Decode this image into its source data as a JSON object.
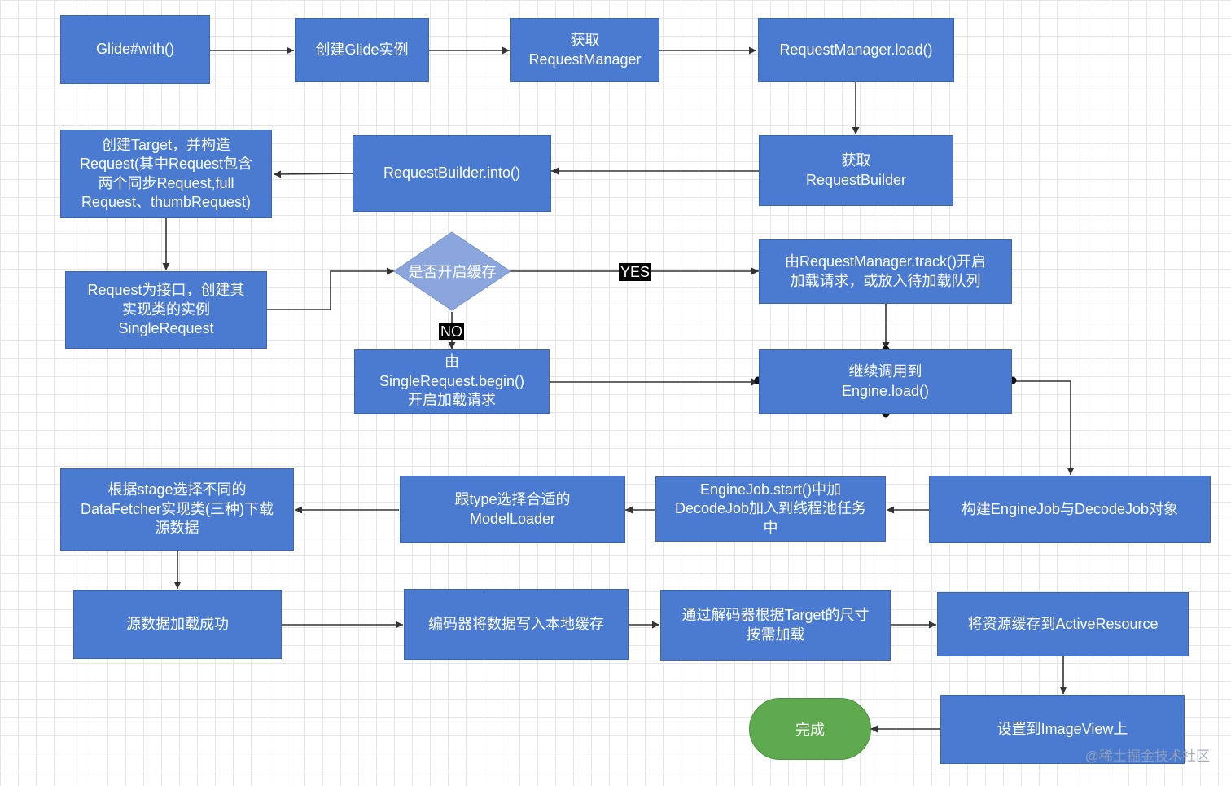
{
  "flow": {
    "glide_with": "Glide#with()",
    "create_glide": "创建Glide实例",
    "get_request_manager": "获取\nRequestManager",
    "request_manager_load": "RequestManager.load()",
    "get_request_builder": "获取\nRequestBuilder",
    "request_builder_into": "RequestBuilder.into()",
    "create_target": "创建Target，并构造\nRequest(其中Request包含\n两个同步Request,full\nRequest、thumbRequest)",
    "request_interface": "Request为接口，创建其\n实现类的实例\nSingleRequest",
    "cache_decision": "是否开启缓存",
    "yes_label": "YES",
    "no_label": "NO",
    "track_request": "由RequestManager.track()开启\n加载请求，或放入待加载队列",
    "single_request_begin": "由\nSingleRequest.begin()\n开启加载请求",
    "engine_load": "继续调用到\nEngine.load()",
    "build_jobs": "构建EngineJob与DecodeJob对象",
    "engine_job_start": "EngineJob.start()中加\nDecodeJob加入到线程池任务\n中",
    "model_loader": "跟type选择合适的\nModelLoader",
    "data_fetcher": "根据stage选择不同的\nDataFetcher实现类(三种)下载\n源数据",
    "source_loaded": "源数据加载成功",
    "encoder_write": "编码器将数据写入本地缓存",
    "decoder_load": "通过解码器根据Target的尺寸\n按需加载",
    "active_resource": "将资源缓存到ActiveResource",
    "set_image_view": "设置到ImageView上",
    "done": "完成"
  },
  "watermark": "@稀土掘金技术社区",
  "colors": {
    "node": "#4a7bd0",
    "decision": "#8aa6dd",
    "end": "#5faa4f",
    "edge": "#333333",
    "grid": "#e6e6e6"
  }
}
